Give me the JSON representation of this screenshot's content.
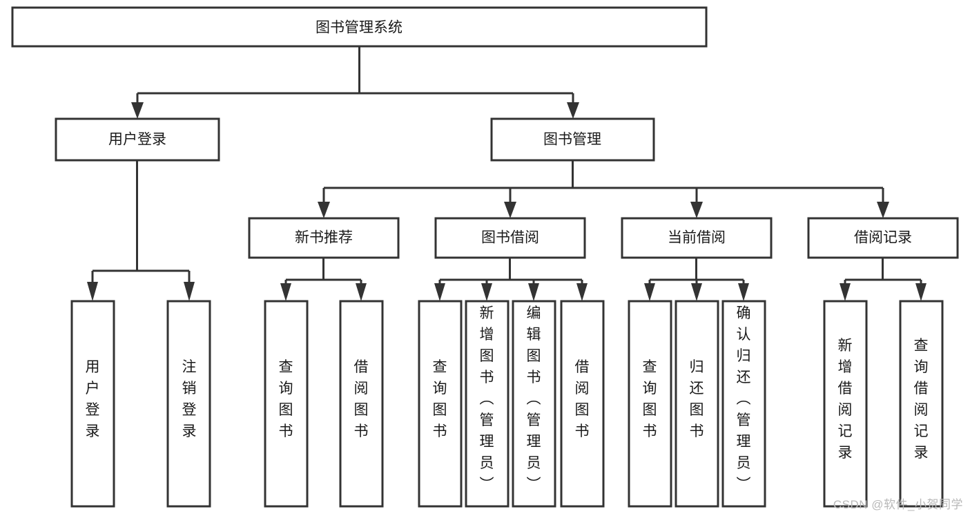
{
  "title": "图书管理系统",
  "watermark": "CSDN @软件_小贺同学",
  "colors": {
    "stroke": "#333333",
    "fill": "#ffffff",
    "text": "#1a1a1a",
    "watermark": "#b8b8b8"
  },
  "chart_data": {
    "type": "diagram",
    "diagram_kind": "tree-hierarchy",
    "title": "图书管理系统",
    "orientation": "top-down",
    "levels": 4,
    "nodes": [
      {
        "id": "root",
        "label": "图书管理系统",
        "level": 0,
        "orientation": "horizontal"
      },
      {
        "id": "login",
        "label": "用户登录",
        "level": 1,
        "orientation": "horizontal"
      },
      {
        "id": "bookmgmt",
        "label": "图书管理",
        "level": 1,
        "orientation": "horizontal"
      },
      {
        "id": "newbook",
        "label": "新书推荐",
        "level": 2,
        "orientation": "horizontal"
      },
      {
        "id": "borrow",
        "label": "图书借阅",
        "level": 2,
        "orientation": "horizontal"
      },
      {
        "id": "current",
        "label": "当前借阅",
        "level": 2,
        "orientation": "horizontal"
      },
      {
        "id": "records",
        "label": "借阅记录",
        "level": 2,
        "orientation": "horizontal"
      },
      {
        "id": "leaf-1",
        "label": "用户登录",
        "level": 3,
        "orientation": "vertical",
        "parent": "login"
      },
      {
        "id": "leaf-2",
        "label": "注销登录",
        "level": 3,
        "orientation": "vertical",
        "parent": "login"
      },
      {
        "id": "leaf-3",
        "label": "查询图书",
        "level": 3,
        "orientation": "vertical",
        "parent": "newbook"
      },
      {
        "id": "leaf-4",
        "label": "借阅图书",
        "level": 3,
        "orientation": "vertical",
        "parent": "newbook"
      },
      {
        "id": "leaf-5",
        "label": "查询图书",
        "level": 3,
        "orientation": "vertical",
        "parent": "borrow"
      },
      {
        "id": "leaf-6",
        "label": "新增图书（管理员）",
        "level": 3,
        "orientation": "vertical",
        "parent": "borrow"
      },
      {
        "id": "leaf-7",
        "label": "编辑图书（管理员）",
        "level": 3,
        "orientation": "vertical",
        "parent": "borrow"
      },
      {
        "id": "leaf-8",
        "label": "借阅图书",
        "level": 3,
        "orientation": "vertical",
        "parent": "borrow"
      },
      {
        "id": "leaf-9",
        "label": "查询图书",
        "level": 3,
        "orientation": "vertical",
        "parent": "current"
      },
      {
        "id": "leaf-10",
        "label": "归还图书",
        "level": 3,
        "orientation": "vertical",
        "parent": "current"
      },
      {
        "id": "leaf-11",
        "label": "确认归还（管理员）",
        "level": 3,
        "orientation": "vertical",
        "parent": "current"
      },
      {
        "id": "leaf-12",
        "label": "新增借阅记录",
        "level": 3,
        "orientation": "vertical",
        "parent": "records"
      },
      {
        "id": "leaf-13",
        "label": "查询借阅记录",
        "level": 3,
        "orientation": "vertical",
        "parent": "records"
      }
    ],
    "edges": [
      {
        "from": "root",
        "to": "login"
      },
      {
        "from": "root",
        "to": "bookmgmt"
      },
      {
        "from": "bookmgmt",
        "to": "newbook"
      },
      {
        "from": "bookmgmt",
        "to": "borrow"
      },
      {
        "from": "bookmgmt",
        "to": "current"
      },
      {
        "from": "bookmgmt",
        "to": "records"
      },
      {
        "from": "login",
        "to": "leaf-1"
      },
      {
        "from": "login",
        "to": "leaf-2"
      },
      {
        "from": "newbook",
        "to": "leaf-3"
      },
      {
        "from": "newbook",
        "to": "leaf-4"
      },
      {
        "from": "borrow",
        "to": "leaf-5"
      },
      {
        "from": "borrow",
        "to": "leaf-6"
      },
      {
        "from": "borrow",
        "to": "leaf-7"
      },
      {
        "from": "borrow",
        "to": "leaf-8"
      },
      {
        "from": "current",
        "to": "leaf-9"
      },
      {
        "from": "current",
        "to": "leaf-10"
      },
      {
        "from": "current",
        "to": "leaf-11"
      },
      {
        "from": "records",
        "to": "leaf-12"
      },
      {
        "from": "records",
        "to": "leaf-13"
      }
    ]
  },
  "nodes": {
    "root": {
      "label": "图书管理系统"
    },
    "login": {
      "label": "用户登录"
    },
    "bookmgmt": {
      "label": "图书管理"
    },
    "newbook": {
      "label": "新书推荐"
    },
    "borrow": {
      "label": "图书借阅"
    },
    "current": {
      "label": "当前借阅"
    },
    "records": {
      "label": "借阅记录"
    },
    "leaf_1": {
      "label": "用户登录"
    },
    "leaf_2": {
      "label": "注销登录"
    },
    "leaf_3": {
      "label": "查询图书"
    },
    "leaf_4": {
      "label": "借阅图书"
    },
    "leaf_5": {
      "label": "查询图书"
    },
    "leaf_6": {
      "label": "新增图书（管理员）"
    },
    "leaf_7": {
      "label": "编辑图书（管理员）"
    },
    "leaf_8": {
      "label": "借阅图书"
    },
    "leaf_9": {
      "label": "查询图书"
    },
    "leaf_10": {
      "label": "归还图书"
    },
    "leaf_11": {
      "label": "确认归还（管理员）"
    },
    "leaf_12": {
      "label": "新增借阅记录"
    },
    "leaf_13": {
      "label": "查询借阅记录"
    }
  }
}
